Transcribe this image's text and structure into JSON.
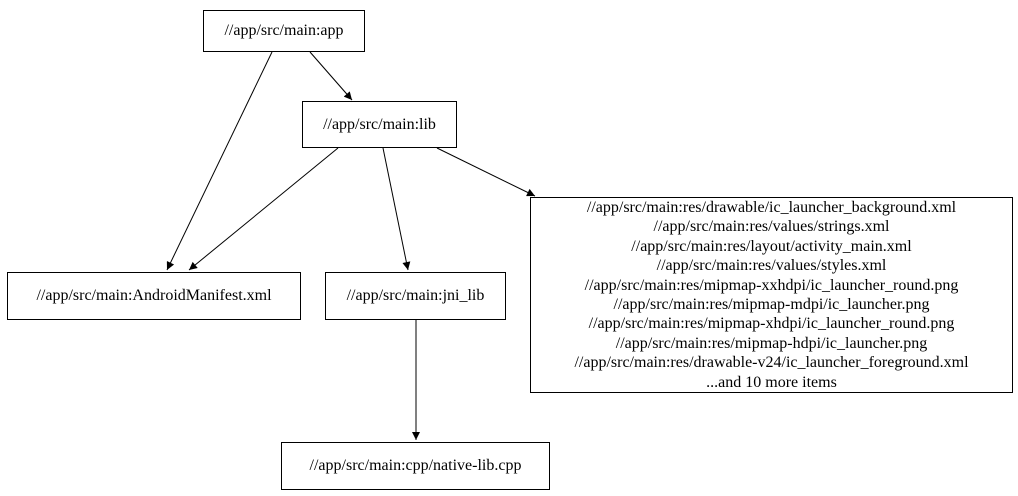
{
  "graph": {
    "nodes": {
      "app": {
        "label": "//app/src/main:app"
      },
      "lib": {
        "label": "//app/src/main:lib"
      },
      "android_manifest": {
        "label": "//app/src/main:AndroidManifest.xml"
      },
      "jni_lib": {
        "label": "//app/src/main:jni_lib"
      },
      "res_group": {
        "lines": [
          "//app/src/main:res/drawable/ic_launcher_background.xml",
          "//app/src/main:res/values/strings.xml",
          "//app/src/main:res/layout/activity_main.xml",
          "//app/src/main:res/values/styles.xml",
          "//app/src/main:res/mipmap-xxhdpi/ic_launcher_round.png",
          "//app/src/main:res/mipmap-mdpi/ic_launcher.png",
          "//app/src/main:res/mipmap-xhdpi/ic_launcher_round.png",
          "//app/src/main:res/mipmap-hdpi/ic_launcher.png",
          "//app/src/main:res/drawable-v24/ic_launcher_foreground.xml",
          "...and 10 more items"
        ]
      },
      "native_lib": {
        "label": "//app/src/main:cpp/native-lib.cpp"
      }
    },
    "edges": [
      {
        "from": "app",
        "to": "lib"
      },
      {
        "from": "app",
        "to": "android_manifest"
      },
      {
        "from": "lib",
        "to": "android_manifest"
      },
      {
        "from": "lib",
        "to": "jni_lib"
      },
      {
        "from": "lib",
        "to": "res_group"
      },
      {
        "from": "jni_lib",
        "to": "native_lib"
      }
    ],
    "colors": {
      "background": "#ffffff",
      "node_border": "#000000",
      "edge": "#000000",
      "text": "#000000"
    }
  }
}
